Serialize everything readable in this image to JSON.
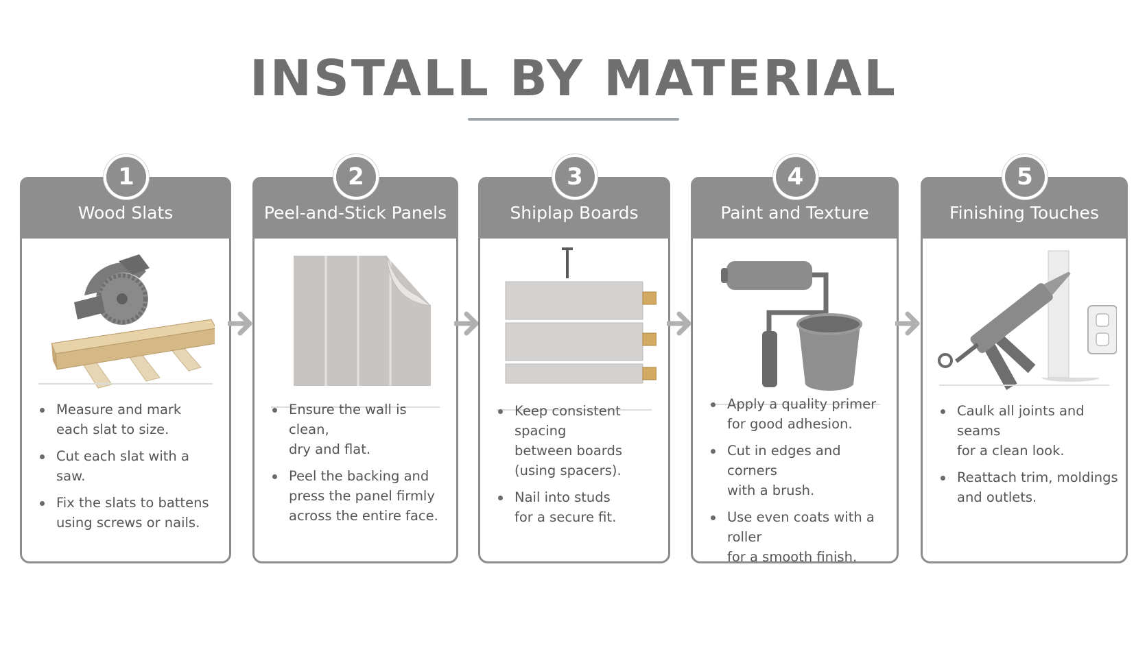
{
  "title": "INSTALL BY MATERIAL",
  "cards": [
    {
      "number": "1",
      "title": "Wood Slats",
      "illustration": "miter-saw-and-slats",
      "steps": [
        "Measure and mark\neach slat to size.",
        "Cut each slat with a saw.",
        "Fix the slats to battens\nusing screws or nails."
      ]
    },
    {
      "number": "2",
      "title": "Peel-and-Stick Panels",
      "illustration": "peel-stick-panel",
      "steps": [
        "Ensure the wall is clean,\ndry and flat.",
        "Peel the backing and\npress the panel firmly\nacross the entire face."
      ]
    },
    {
      "number": "3",
      "title": "Shiplap Boards",
      "illustration": "shiplap-boards-and-nail",
      "steps": [
        "Keep consistent spacing\nbetween boards\n(using spacers).",
        "Nail into studs\nfor a secure fit."
      ]
    },
    {
      "number": "4",
      "title": "Paint and Texture",
      "illustration": "paint-roller-and-bucket",
      "steps": [
        "Apply a quality primer\nfor good adhesion.",
        "Cut in edges and corners\nwith a brush.",
        "Use even coats with a roller\nfor a smooth finish."
      ]
    },
    {
      "number": "5",
      "title": "Finishing Touches",
      "illustration": "caulk-gun-trim-outlet",
      "steps": [
        "Caulk all joints and seams\nfor a clean look.",
        "Reattach trim, moldings\nand outlets."
      ]
    }
  ],
  "colors": {
    "header": "#8e8e8e",
    "title": "#6f6f6f",
    "wood": "#d9c29a"
  }
}
